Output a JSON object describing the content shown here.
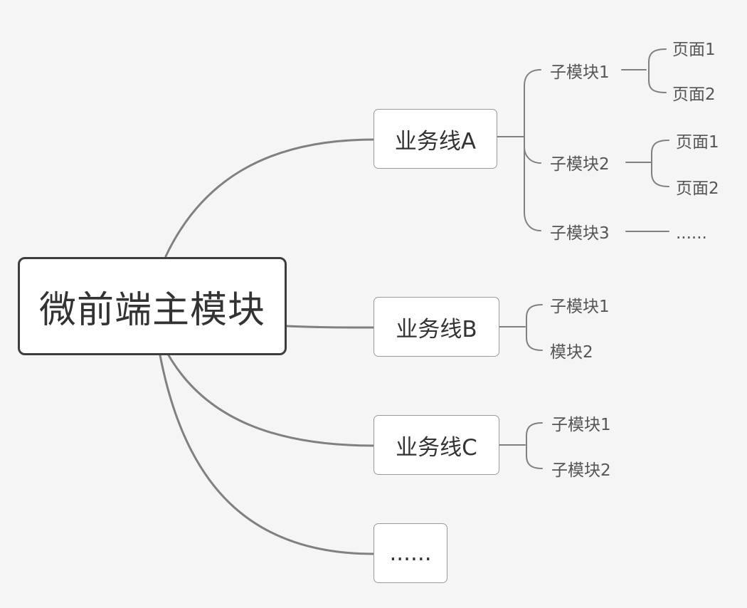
{
  "root": {
    "label": "微前端主模块"
  },
  "branches": [
    {
      "label": "业务线A",
      "children": [
        {
          "label": "子模块1",
          "children": [
            {
              "label": "页面1"
            },
            {
              "label": "页面2"
            }
          ]
        },
        {
          "label": "子模块2",
          "children": [
            {
              "label": "页面1"
            },
            {
              "label": "页面2"
            }
          ]
        },
        {
          "label": "子模块3",
          "children": [
            {
              "label": "......"
            }
          ]
        }
      ]
    },
    {
      "label": "业务线B",
      "children": [
        {
          "label": "子模块1"
        },
        {
          "label": "模块2"
        }
      ]
    },
    {
      "label": "业务线C",
      "children": [
        {
          "label": "子模块1"
        },
        {
          "label": "子模块2"
        }
      ]
    },
    {
      "label": "......",
      "children": []
    }
  ],
  "colors": {
    "background": "#f5f5f5",
    "root_border": "#3d3d3d",
    "node_border": "#9a9a9a",
    "connector": "#808080",
    "text": "#333333"
  }
}
